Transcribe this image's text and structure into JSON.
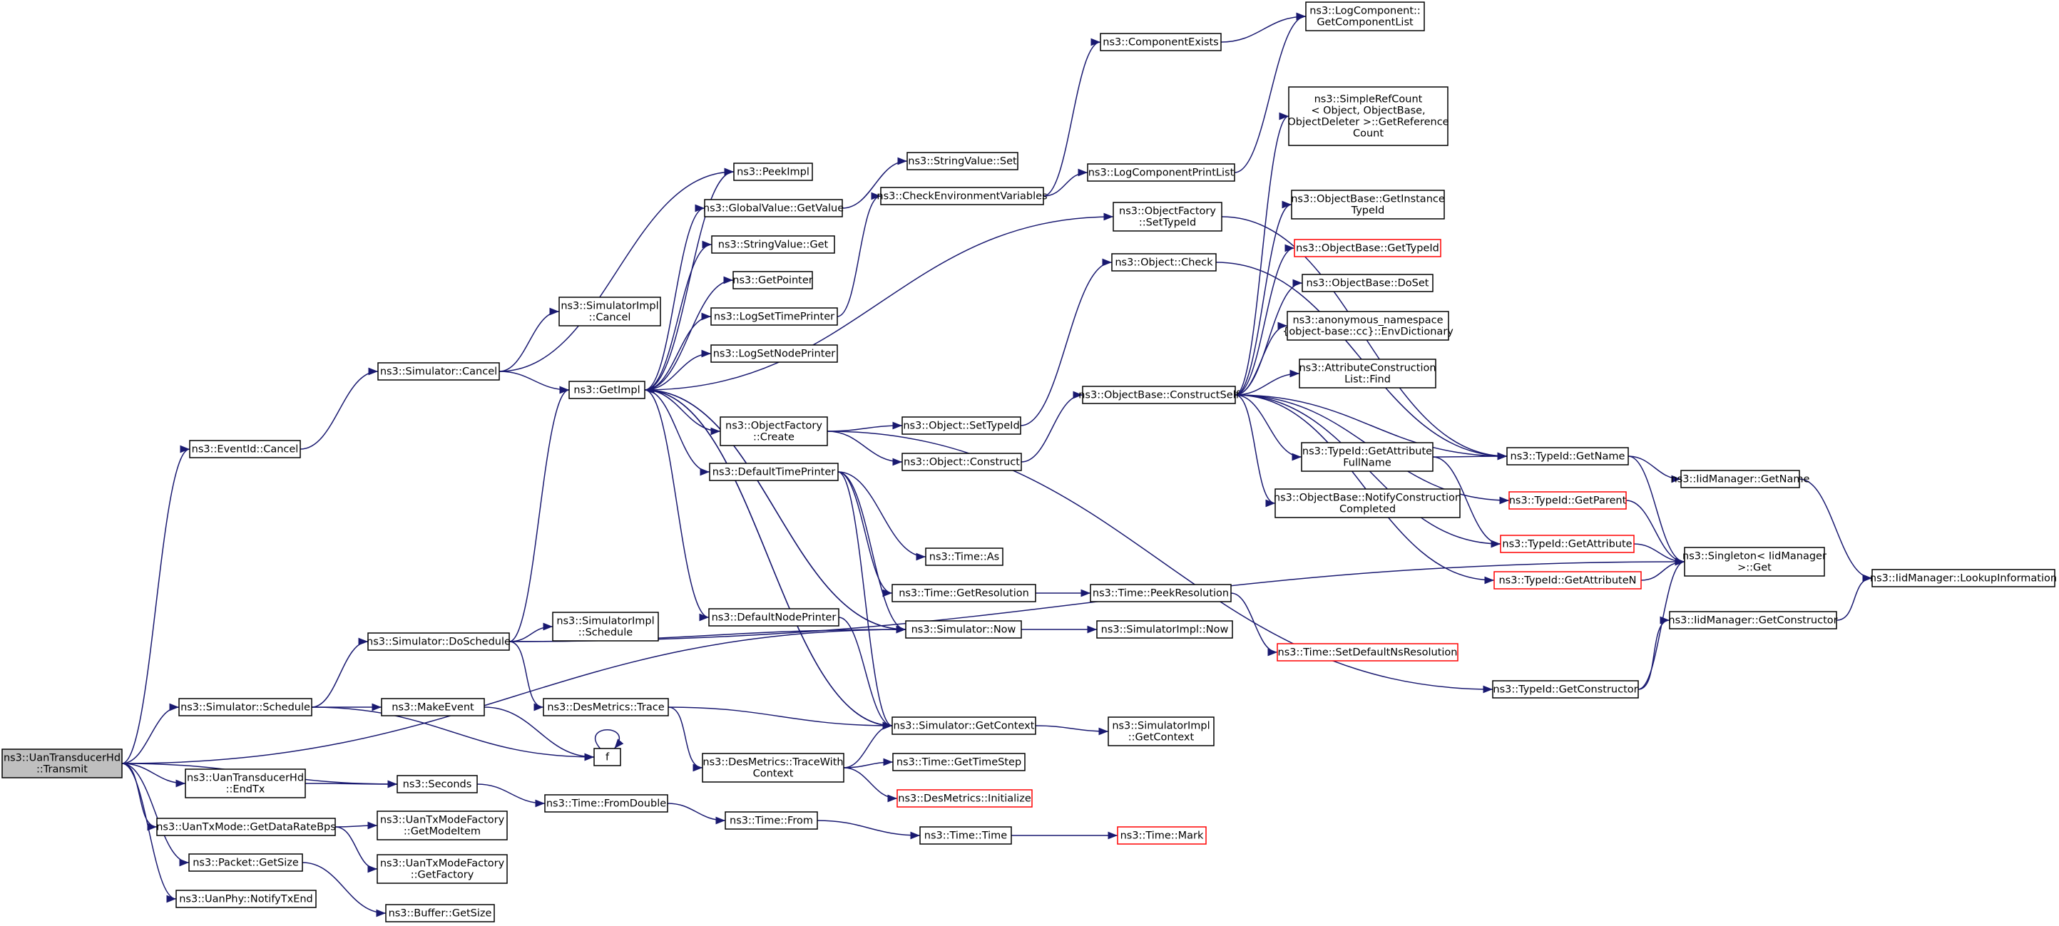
{
  "colors": {
    "edge": "#191970",
    "box_border": "#000000",
    "box_border_truncated": "#ff0000",
    "root_fill": "#bfbfbf",
    "box_fill": "#ffffff",
    "text": "#000000"
  },
  "nodes": [
    {
      "id": "transmit",
      "lines": [
        "ns3::UanTransducerHd",
        "::Transmit"
      ],
      "root": true
    },
    {
      "id": "eventcancel",
      "lines": [
        "ns3::EventId::Cancel"
      ]
    },
    {
      "id": "simcancel",
      "lines": [
        "ns3::Simulator::Cancel"
      ]
    },
    {
      "id": "simimplcancel",
      "lines": [
        "ns3::SimulatorImpl",
        "::Cancel"
      ]
    },
    {
      "id": "getimpl",
      "lines": [
        "ns3::GetImpl"
      ]
    },
    {
      "id": "peekimpl",
      "lines": [
        "ns3::PeekImpl"
      ]
    },
    {
      "id": "gvgetvalue",
      "lines": [
        "ns3::GlobalValue::GetValue"
      ]
    },
    {
      "id": "svget",
      "lines": [
        "ns3::StringValue::Get"
      ]
    },
    {
      "id": "getpointer",
      "lines": [
        "ns3::GetPointer"
      ]
    },
    {
      "id": "logsettime",
      "lines": [
        "ns3::LogSetTimePrinter"
      ]
    },
    {
      "id": "logsetnode",
      "lines": [
        "ns3::LogSetNodePrinter"
      ]
    },
    {
      "id": "ofcreate",
      "lines": [
        "ns3::ObjectFactory",
        "::Create"
      ]
    },
    {
      "id": "deftime",
      "lines": [
        "ns3::DefaultTimePrinter"
      ]
    },
    {
      "id": "defnode",
      "lines": [
        "ns3::DefaultNodePrinter"
      ]
    },
    {
      "id": "svset",
      "lines": [
        "ns3::StringValue::Set"
      ]
    },
    {
      "id": "checkenv",
      "lines": [
        "ns3::CheckEnvironmentVariables"
      ]
    },
    {
      "id": "compexists",
      "lines": [
        "ns3::ComponentExists"
      ]
    },
    {
      "id": "getcomplist",
      "lines": [
        "ns3::LogComponent::",
        "GetComponentList"
      ]
    },
    {
      "id": "logcompprint",
      "lines": [
        "ns3::LogComponentPrintList"
      ]
    },
    {
      "id": "simplerefcount",
      "lines": [
        "ns3::SimpleRefCount",
        "< Object, ObjectBase,",
        "ObjectDeleter >::GetReference",
        "Count"
      ]
    },
    {
      "id": "ofsettypeid",
      "lines": [
        "ns3::ObjectFactory",
        "::SetTypeId"
      ]
    },
    {
      "id": "obgetinstance",
      "lines": [
        "ns3::ObjectBase::GetInstance",
        "TypeId"
      ]
    },
    {
      "id": "obgettypeid",
      "lines": [
        "ns3::ObjectBase::GetTypeId"
      ],
      "truncated": true
    },
    {
      "id": "objcheck",
      "lines": [
        "ns3::Object::Check"
      ]
    },
    {
      "id": "obdoset",
      "lines": [
        "ns3::ObjectBase::DoSet"
      ]
    },
    {
      "id": "envdict",
      "lines": [
        "ns3::anonymous_namespace",
        "{object-base::cc}::EnvDictionary"
      ]
    },
    {
      "id": "attrconst",
      "lines": [
        "ns3::AttributeConstruction",
        "List::Find"
      ]
    },
    {
      "id": "obconstructself",
      "lines": [
        "ns3::ObjectBase::ConstructSelf"
      ]
    },
    {
      "id": "objsettypeid",
      "lines": [
        "ns3::Object::SetTypeId"
      ]
    },
    {
      "id": "objconstruct",
      "lines": [
        "ns3::Object::Construct"
      ]
    },
    {
      "id": "tidgetattrfull",
      "lines": [
        "ns3::TypeId::GetAttribute",
        "FullName"
      ]
    },
    {
      "id": "tidgetname",
      "lines": [
        "ns3::TypeId::GetName"
      ]
    },
    {
      "id": "iidgetname",
      "lines": [
        "ns3::IidManager::GetName"
      ]
    },
    {
      "id": "obnotify",
      "lines": [
        "ns3::ObjectBase::NotifyConstruction",
        "Completed"
      ]
    },
    {
      "id": "tidgetparent",
      "lines": [
        "ns3::TypeId::GetParent"
      ],
      "truncated": true
    },
    {
      "id": "tidgetattr",
      "lines": [
        "ns3::TypeId::GetAttribute"
      ],
      "truncated": true
    },
    {
      "id": "singleton",
      "lines": [
        "ns3::Singleton< IidManager",
        ">::Get"
      ]
    },
    {
      "id": "tidgetattrn",
      "lines": [
        "ns3::TypeId::GetAttributeN"
      ],
      "truncated": true
    },
    {
      "id": "lookup",
      "lines": [
        "ns3::IidManager::LookupInformation"
      ]
    },
    {
      "id": "timeas",
      "lines": [
        "ns3::Time::As"
      ]
    },
    {
      "id": "timegetres",
      "lines": [
        "ns3::Time::GetResolution"
      ]
    },
    {
      "id": "timepeekres",
      "lines": [
        "ns3::Time::PeekResolution"
      ]
    },
    {
      "id": "simnow",
      "lines": [
        "ns3::Simulator::Now"
      ]
    },
    {
      "id": "simimplnow",
      "lines": [
        "ns3::SimulatorImpl::Now"
      ]
    },
    {
      "id": "timesetdef",
      "lines": [
        "ns3::Time::SetDefaultNsResolution"
      ],
      "truncated": true
    },
    {
      "id": "iidgetconstructor",
      "lines": [
        "ns3::IidManager::GetConstructor"
      ]
    },
    {
      "id": "tidgetconstructor",
      "lines": [
        "ns3::TypeId::GetConstructor"
      ]
    },
    {
      "id": "simdoschedule",
      "lines": [
        "ns3::Simulator::DoSchedule"
      ]
    },
    {
      "id": "simimplschedule",
      "lines": [
        "ns3::SimulatorImpl",
        "::Schedule"
      ]
    },
    {
      "id": "desmetricstrace",
      "lines": [
        "ns3::DesMetrics::Trace"
      ]
    },
    {
      "id": "simschedule",
      "lines": [
        "ns3::Simulator::Schedule"
      ]
    },
    {
      "id": "makeevent",
      "lines": [
        "ns3::MakeEvent"
      ]
    },
    {
      "id": "f",
      "lines": [
        "f"
      ]
    },
    {
      "id": "simgetcontext",
      "lines": [
        "ns3::Simulator::GetContext"
      ]
    },
    {
      "id": "simimplgetcontext",
      "lines": [
        "ns3::SimulatorImpl",
        "::GetContext"
      ]
    },
    {
      "id": "desmetricstracewith",
      "lines": [
        "ns3::DesMetrics::TraceWith",
        "Context"
      ]
    },
    {
      "id": "timegettimestep",
      "lines": [
        "ns3::Time::GetTimeStep"
      ]
    },
    {
      "id": "desmetricsinit",
      "lines": [
        "ns3::DesMetrics::Initialize"
      ],
      "truncated": true
    },
    {
      "id": "endtx",
      "lines": [
        "ns3::UanTransducerHd",
        "::EndTx"
      ]
    },
    {
      "id": "seconds",
      "lines": [
        "ns3::Seconds"
      ]
    },
    {
      "id": "timefromdouble",
      "lines": [
        "ns3::Time::FromDouble"
      ]
    },
    {
      "id": "timefrom",
      "lines": [
        "ns3::Time::From"
      ]
    },
    {
      "id": "timetime",
      "lines": [
        "ns3::Time::Time"
      ]
    },
    {
      "id": "timemark",
      "lines": [
        "ns3::Time::Mark"
      ],
      "truncated": true
    },
    {
      "id": "getdatarate",
      "lines": [
        "ns3::UanTxMode::GetDataRateBps"
      ]
    },
    {
      "id": "getmodeitem",
      "lines": [
        "ns3::UanTxModeFactory",
        "::GetModeItem"
      ]
    },
    {
      "id": "getfactory",
      "lines": [
        "ns3::UanTxModeFactory",
        "::GetFactory"
      ]
    },
    {
      "id": "packetgetsize",
      "lines": [
        "ns3::Packet::GetSize"
      ]
    },
    {
      "id": "buffergetsize",
      "lines": [
        "ns3::Buffer::GetSize"
      ]
    },
    {
      "id": "notifytxend",
      "lines": [
        "ns3::UanPhy::NotifyTxEnd"
      ]
    }
  ],
  "edges": [
    [
      "transmit",
      "eventcancel"
    ],
    [
      "transmit",
      "simnow"
    ],
    [
      "transmit",
      "simschedule"
    ],
    [
      "transmit",
      "seconds"
    ],
    [
      "transmit",
      "endtx"
    ],
    [
      "transmit",
      "getdatarate"
    ],
    [
      "transmit",
      "packetgetsize"
    ],
    [
      "transmit",
      "notifytxend"
    ],
    [
      "eventcancel",
      "simcancel"
    ],
    [
      "simcancel",
      "simimplcancel"
    ],
    [
      "simcancel",
      "getimpl"
    ],
    [
      "simcancel",
      "peekimpl"
    ],
    [
      "getimpl",
      "peekimpl"
    ],
    [
      "getimpl",
      "gvgetvalue"
    ],
    [
      "getimpl",
      "svget"
    ],
    [
      "getimpl",
      "getpointer"
    ],
    [
      "getimpl",
      "logsettime"
    ],
    [
      "getimpl",
      "logsetnode"
    ],
    [
      "getimpl",
      "ofcreate"
    ],
    [
      "getimpl",
      "deftime"
    ],
    [
      "getimpl",
      "defnode"
    ],
    [
      "getimpl",
      "ofsettypeid"
    ],
    [
      "getimpl",
      "simgetcontext"
    ],
    [
      "getimpl",
      "simnow"
    ],
    [
      "gvgetvalue",
      "svset"
    ],
    [
      "logsettime",
      "checkenv"
    ],
    [
      "checkenv",
      "compexists"
    ],
    [
      "checkenv",
      "logcompprint"
    ],
    [
      "compexists",
      "getcomplist"
    ],
    [
      "logcompprint",
      "getcomplist"
    ],
    [
      "ofsettypeid",
      "tidgetname"
    ],
    [
      "ofcreate",
      "objsettypeid"
    ],
    [
      "ofcreate",
      "objconstruct"
    ],
    [
      "ofcreate",
      "tidgetconstructor"
    ],
    [
      "objsettypeid",
      "objcheck"
    ],
    [
      "objcheck",
      "tidgetname"
    ],
    [
      "objconstruct",
      "obconstructself"
    ],
    [
      "obconstructself",
      "simplerefcount"
    ],
    [
      "obconstructself",
      "obgetinstance"
    ],
    [
      "obconstructself",
      "obgettypeid"
    ],
    [
      "obconstructself",
      "obdoset"
    ],
    [
      "obconstructself",
      "envdict"
    ],
    [
      "obconstructself",
      "attrconst"
    ],
    [
      "obconstructself",
      "tidgetattrfull"
    ],
    [
      "obconstructself",
      "tidgetname"
    ],
    [
      "obconstructself",
      "obnotify"
    ],
    [
      "obconstructself",
      "tidgetparent"
    ],
    [
      "obconstructself",
      "tidgetattr"
    ],
    [
      "obconstructself",
      "tidgetattrn"
    ],
    [
      "tidgetattrfull",
      "tidgetname"
    ],
    [
      "tidgetattrfull",
      "tidgetattr"
    ],
    [
      "tidgetname",
      "iidgetname"
    ],
    [
      "tidgetname",
      "singleton"
    ],
    [
      "iidgetname",
      "lookup"
    ],
    [
      "tidgetparent",
      "singleton"
    ],
    [
      "tidgetattr",
      "singleton"
    ],
    [
      "tidgetattrn",
      "singleton"
    ],
    [
      "tidgetconstructor",
      "singleton"
    ],
    [
      "tidgetconstructor",
      "iidgetconstructor"
    ],
    [
      "iidgetconstructor",
      "lookup"
    ],
    [
      "deftime",
      "timeas"
    ],
    [
      "deftime",
      "timegetres"
    ],
    [
      "deftime",
      "simnow"
    ],
    [
      "deftime",
      "simgetcontext"
    ],
    [
      "timegetres",
      "timepeekres"
    ],
    [
      "timepeekres",
      "timesetdef"
    ],
    [
      "defnode",
      "simgetcontext"
    ],
    [
      "simnow",
      "simimplnow"
    ],
    [
      "simnow",
      "getimpl"
    ],
    [
      "simschedule",
      "simdoschedule"
    ],
    [
      "simschedule",
      "makeevent"
    ],
    [
      "simschedule",
      "f"
    ],
    [
      "simdoschedule",
      "getimpl"
    ],
    [
      "simdoschedule",
      "simimplschedule"
    ],
    [
      "simdoschedule",
      "simnow"
    ],
    [
      "simdoschedule",
      "desmetricstrace"
    ],
    [
      "simdoschedule",
      "singleton"
    ],
    [
      "makeevent",
      "f"
    ],
    [
      "f",
      "f"
    ],
    [
      "desmetricstrace",
      "simgetcontext"
    ],
    [
      "desmetricstrace",
      "desmetricstracewith"
    ],
    [
      "simgetcontext",
      "simimplgetcontext"
    ],
    [
      "simgetcontext",
      "getimpl"
    ],
    [
      "desmetricstracewith",
      "simgetcontext"
    ],
    [
      "desmetricstracewith",
      "timegettimestep"
    ],
    [
      "desmetricstracewith",
      "desmetricsinit"
    ],
    [
      "endtx",
      "seconds"
    ],
    [
      "seconds",
      "timefromdouble"
    ],
    [
      "timefromdouble",
      "timefrom"
    ],
    [
      "timefrom",
      "timetime"
    ],
    [
      "timetime",
      "timemark"
    ],
    [
      "getdatarate",
      "getmodeitem"
    ],
    [
      "getdatarate",
      "getfactory"
    ],
    [
      "packetgetsize",
      "buffergetsize"
    ]
  ]
}
